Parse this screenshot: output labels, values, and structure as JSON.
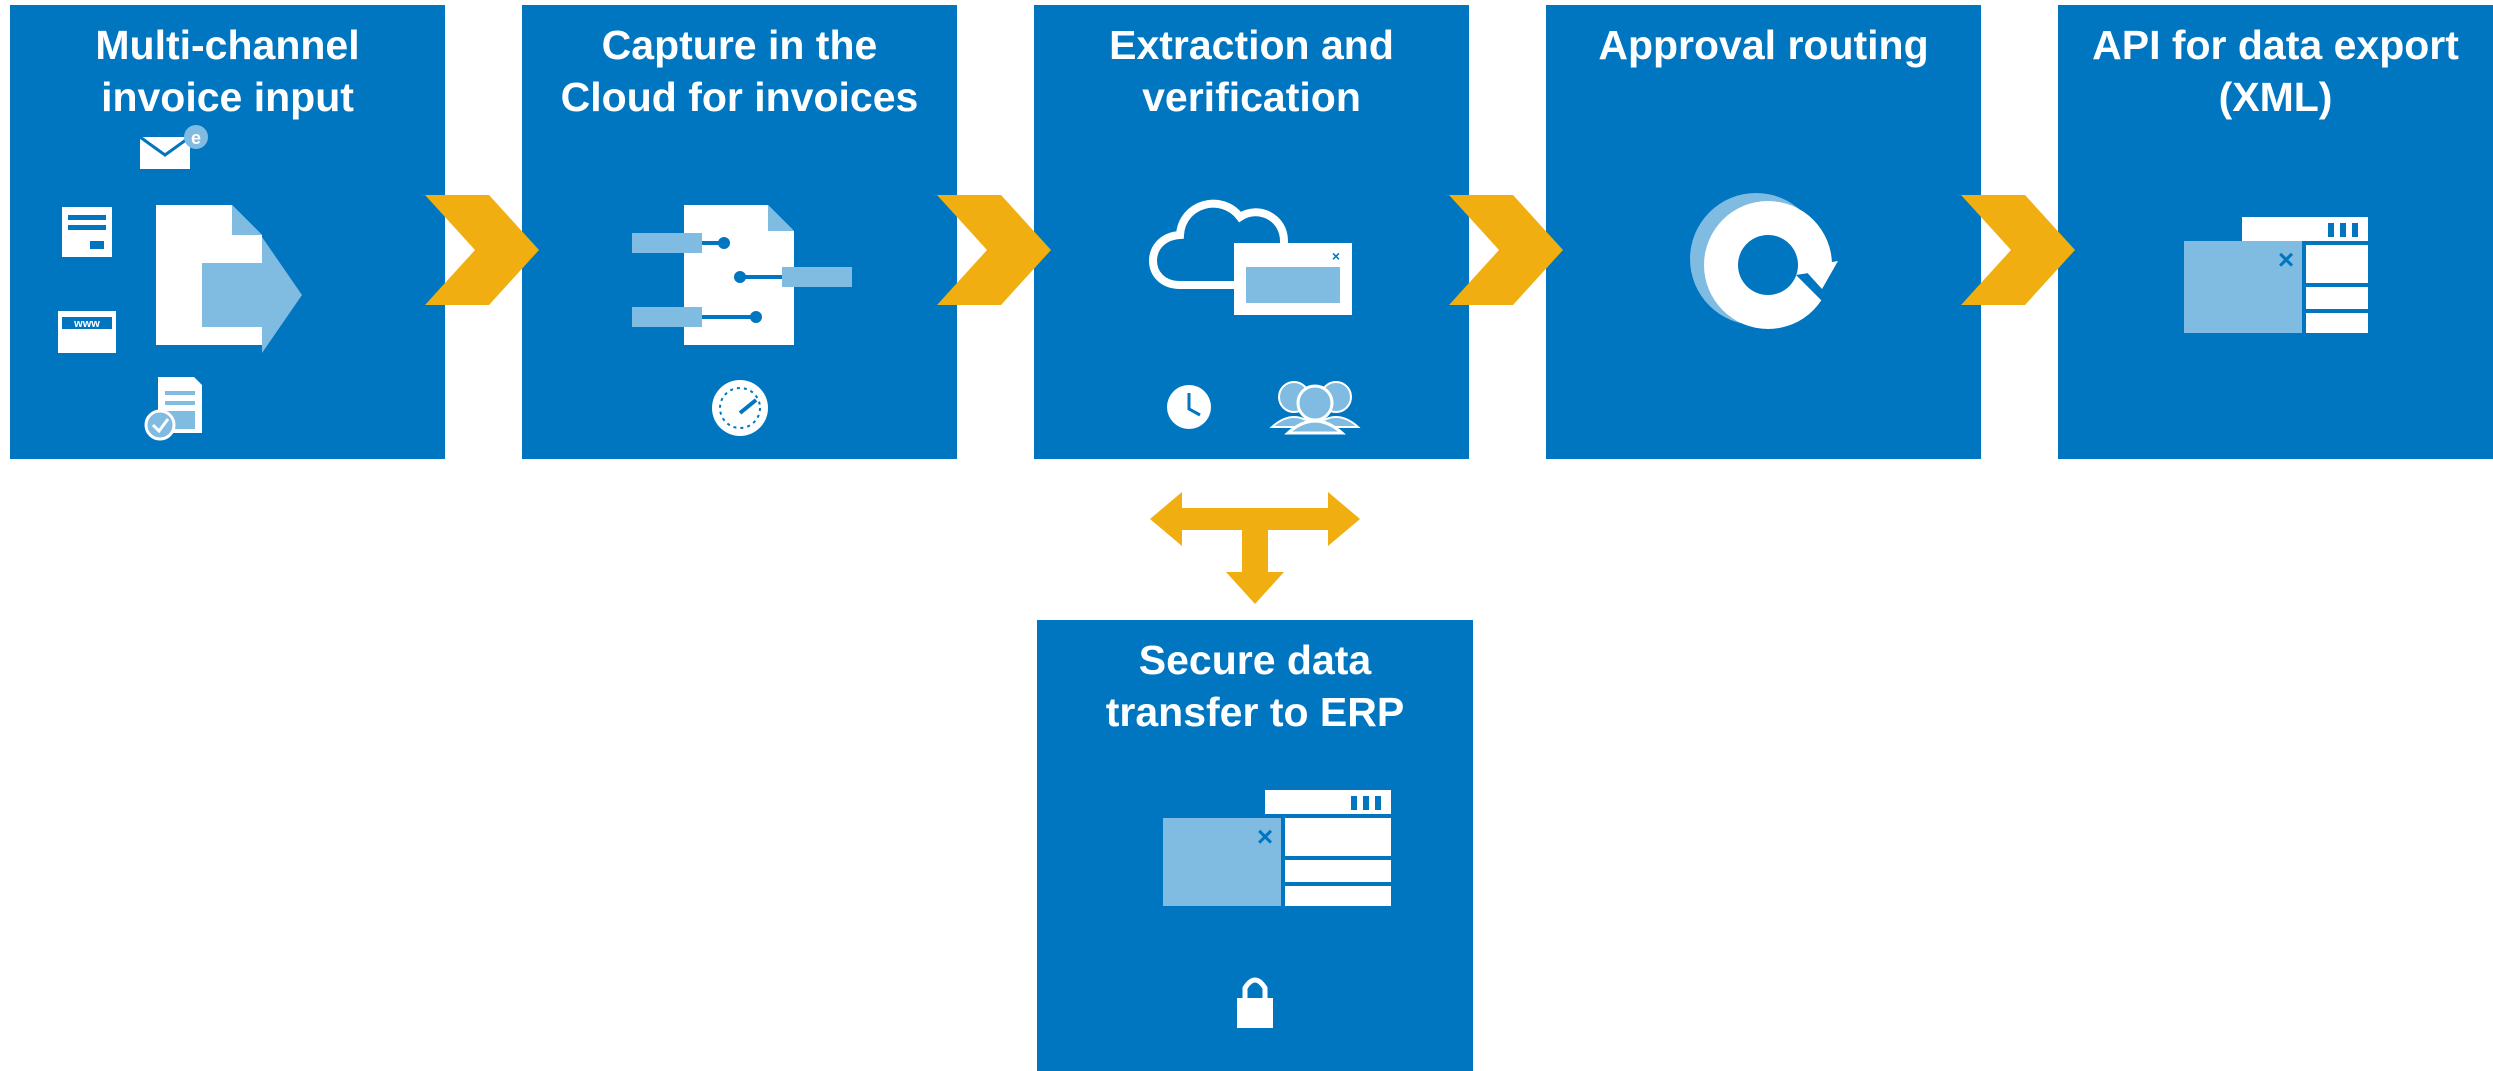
{
  "colors": {
    "box": "#0076c0",
    "arrow": "#f0ae10",
    "icon_light": "#80bbe2",
    "background": "#ffffff"
  },
  "steps": [
    {
      "title": "Multi-channel\ninvoice input",
      "icon": "document-input-icon"
    },
    {
      "title": "Capture in the\nCloud for invoices",
      "icon": "capture-document-icon"
    },
    {
      "title": "Extraction and\nverification",
      "icon": "cloud-window-icon"
    },
    {
      "title": "Approval routing",
      "icon": "routing-cycle-icon"
    },
    {
      "title": "API for data export\n(XML)",
      "icon": "data-window-icon"
    }
  ],
  "erp_step": {
    "title": "Secure data\ntransfer to ERP",
    "icon": "data-window-icon"
  }
}
